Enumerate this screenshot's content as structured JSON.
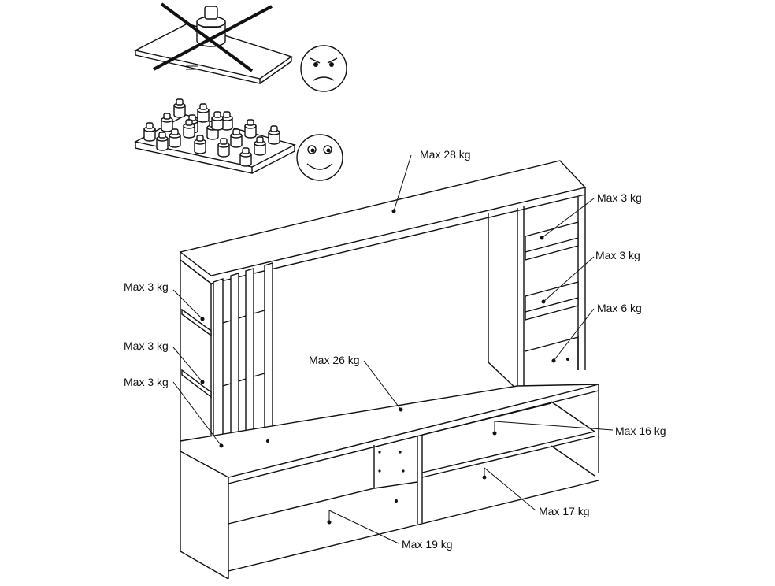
{
  "labels": {
    "top": "Max 28 kg",
    "right_shelf_1": "Max 3 kg",
    "right_shelf_2": "Max 3 kg",
    "right_shelf_3": "Max 6 kg",
    "left_shelf_1": "Max 3 kg",
    "left_shelf_2": "Max 3 kg",
    "left_shelf_3": "Max 3 kg",
    "center_shelf": "Max 26 kg",
    "drawer_upper_right": "Max 16 kg",
    "drawer_lower_right": "Max 17 kg",
    "bottom_left": "Max 19 kg"
  },
  "icons": {
    "concentrated_load": "crossed-out-weight-icon",
    "sad_face": "angry-face-icon",
    "distributed_load": "distributed-weights-icon",
    "happy_face": "happy-face-icon"
  }
}
